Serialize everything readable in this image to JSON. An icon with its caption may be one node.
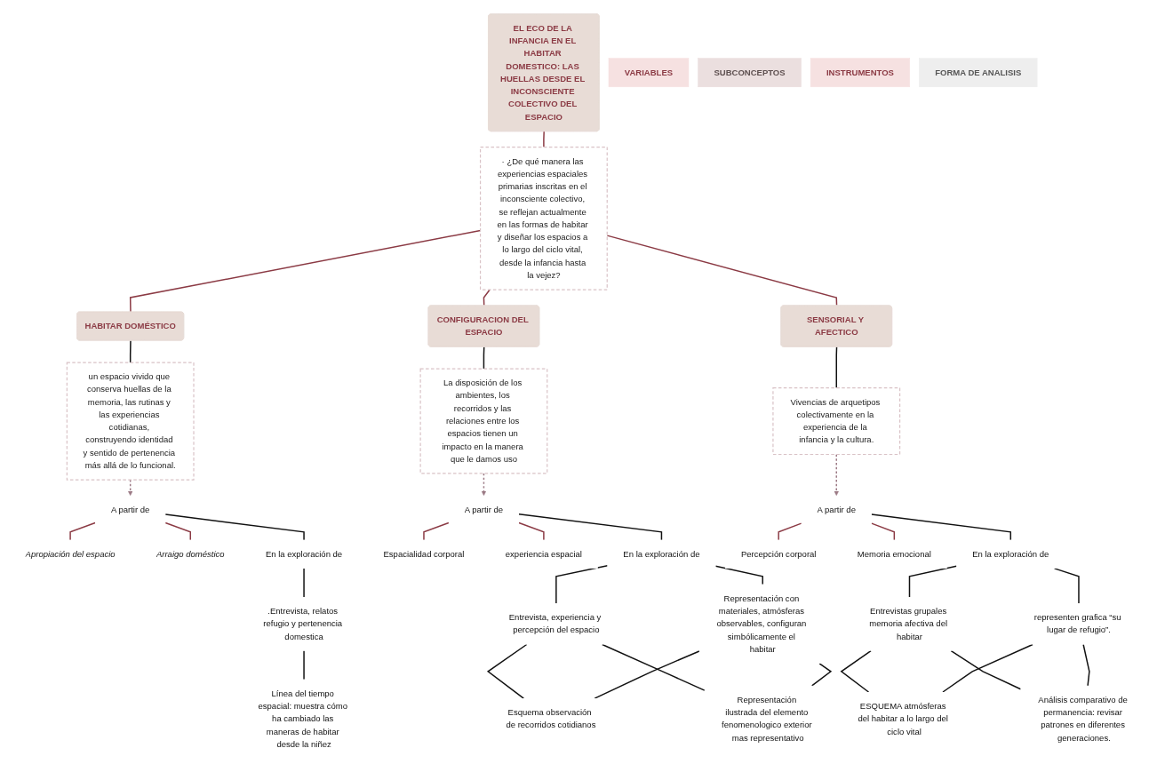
{
  "diagram": {
    "nodes": [
      {
        "text": [
          "EL ECO DE LA INFANCIA EN EL HABITAR DOMESTICO: LAS HUELLAS DESDE EL INCONSCIENTE COLECTIVO DEL ESPACIO"
        ]
      },
      {
        "text": [
          "· ¿De qué manera las experiencias espaciales primarias inscritas en el inconsciente colectivo, se reflejan actualmente en las formas de habitar y diseñar los espacios a lo largo del ciclo vital, desde la infancia hasta la vejez?"
        ]
      },
      {
        "text": [
          "HABITAR  DOMÉSTICO"
        ]
      },
      {
        "text": [
          "CONFIGURACION DEL ESPACIO"
        ]
      },
      {
        "text": [
          "SENSORIAL Y AFECTICO"
        ]
      },
      {
        "text": [
          "un espacio vivido que conserva huellas de la memoria, las rutinas y las experiencias cotidianas, construyendo identidad y sentido de pertenencia más allá de lo funcional."
        ]
      },
      {
        "text": [
          "La disposición de los ambientes, los recorridos y las relaciones entre los espacios tienen un impacto en la manera que le damos uso"
        ]
      },
      {
        "text": [
          "Vivencias de arquetipos colectivamente en la experiencia de la infancia y la cultura."
        ]
      },
      {
        "text": [
          "A partir de"
        ]
      },
      {
        "text": [
          "Apropiación del espacio"
        ]
      },
      {
        "text": [
          "Arraigo doméstico"
        ]
      },
      {
        "text": [
          "En la exploración de"
        ]
      },
      {
        "text": [
          ".Entrevista, relatos refugio y pertenencia domestica"
        ]
      },
      {
        "text": [
          "Línea del tiempo espacial: muestra cómo ha cambiado las maneras de habitar desde la niñez"
        ]
      },
      {
        "text": [
          "A partir de"
        ]
      },
      {
        "text": [
          "Espacialidad corporal"
        ]
      },
      {
        "text": [
          "experiencia espacial"
        ]
      },
      {
        "text": [
          "En la exploración de"
        ]
      },
      {
        "text": [
          "Entrevista, experiencia y percepción del espacio"
        ]
      },
      {
        "text": [
          "Representación con materiales, atmósferas observables, configuran simbólicamente el habitar"
        ]
      },
      {
        "text": [
          "Esquema observación de recorridos cotidianos"
        ]
      },
      {
        "text": [
          "Representación ilustrada del elemento fenomenologico exterior mas representativo"
        ]
      },
      {
        "text": [
          "A partir de"
        ]
      },
      {
        "text": [
          "Percepción corporal"
        ]
      },
      {
        "text": [
          "Memoria emocional"
        ]
      },
      {
        "text": [
          "En la exploración de"
        ]
      },
      {
        "text": [
          "Entrevistas grupales memoria afectiva del habitar"
        ]
      },
      {
        "text": [
          "representen grafica “su lugar de refugio”."
        ]
      },
      {
        "text": [
          "ESQUEMA atmósferas del habitar a lo largo del ciclo vital"
        ]
      },
      {
        "text": [
          "Análisis comparativo de permanencia: revisar patrones en diferentes generaciones."
        ]
      },
      {
        "text": [
          "VARIABLES"
        ]
      },
      {
        "text": [
          "SUBCONCEPTOS"
        ]
      },
      {
        "text": [
          "INSTRUMENTOS"
        ]
      },
      {
        "text": [
          "FORMA DE ANALISIS"
        ]
      }
    ],
    "edges": [
      {
        "from": 0,
        "to": 1,
        "arrow": "none",
        "color": "#8b3a44"
      },
      {
        "from": 1,
        "to": 2,
        "arrow": "none",
        "color": "#8b3a44"
      },
      {
        "from": 1,
        "to": 3,
        "arrow": "none",
        "color": "#8b3a44"
      },
      {
        "from": 1,
        "to": 4,
        "arrow": "none",
        "color": "#8b3a44"
      },
      {
        "from": 2,
        "to": 5,
        "arrow": "none"
      },
      {
        "from": 3,
        "to": 6,
        "arrow": "none"
      },
      {
        "from": 4,
        "to": 7,
        "arrow": "none"
      },
      {
        "from": 5,
        "to": 8,
        "arrow": "to",
        "style": "dashed",
        "color": "#9c7a85"
      },
      {
        "from": 6,
        "to": 14,
        "arrow": "to",
        "style": "dashed",
        "color": "#9c7a85"
      },
      {
        "from": 7,
        "to": 22,
        "arrow": "to",
        "style": "dashed",
        "color": "#9c7a85"
      },
      {
        "from": 8,
        "to": 9,
        "arrow": "none",
        "color": "#8b3a44"
      },
      {
        "from": 8,
        "to": 10,
        "arrow": "none",
        "color": "#8b3a44"
      },
      {
        "from": 8,
        "to": 11,
        "arrow": "none"
      },
      {
        "from": 11,
        "to": 12,
        "arrow": "none"
      },
      {
        "from": 12,
        "to": 13,
        "arrow": "none"
      },
      {
        "from": 14,
        "to": 15,
        "arrow": "none",
        "color": "#8b3a44"
      },
      {
        "from": 14,
        "to": 16,
        "arrow": "none",
        "color": "#8b3a44"
      },
      {
        "from": 14,
        "to": 17,
        "arrow": "none"
      },
      {
        "from": 17,
        "to": 18,
        "arrow": "none"
      },
      {
        "from": 17,
        "to": 19,
        "arrow": "none"
      },
      {
        "from": 18,
        "to": 20,
        "arrow": "none"
      },
      {
        "from": 18,
        "to": 21,
        "arrow": "none"
      },
      {
        "from": 19,
        "to": 20,
        "arrow": "none"
      },
      {
        "from": 19,
        "to": 21,
        "arrow": "none"
      },
      {
        "from": 22,
        "to": 23,
        "arrow": "none",
        "color": "#8b3a44"
      },
      {
        "from": 22,
        "to": 24,
        "arrow": "none",
        "color": "#8b3a44"
      },
      {
        "from": 22,
        "to": 25,
        "arrow": "none"
      },
      {
        "from": 25,
        "to": 26,
        "arrow": "none"
      },
      {
        "from": 25,
        "to": 27,
        "arrow": "none"
      },
      {
        "from": 26,
        "to": 28,
        "arrow": "none"
      },
      {
        "from": 26,
        "to": 29,
        "arrow": "none"
      },
      {
        "from": 27,
        "to": 28,
        "arrow": "none"
      },
      {
        "from": 27,
        "to": 29,
        "arrow": "none"
      }
    ]
  }
}
